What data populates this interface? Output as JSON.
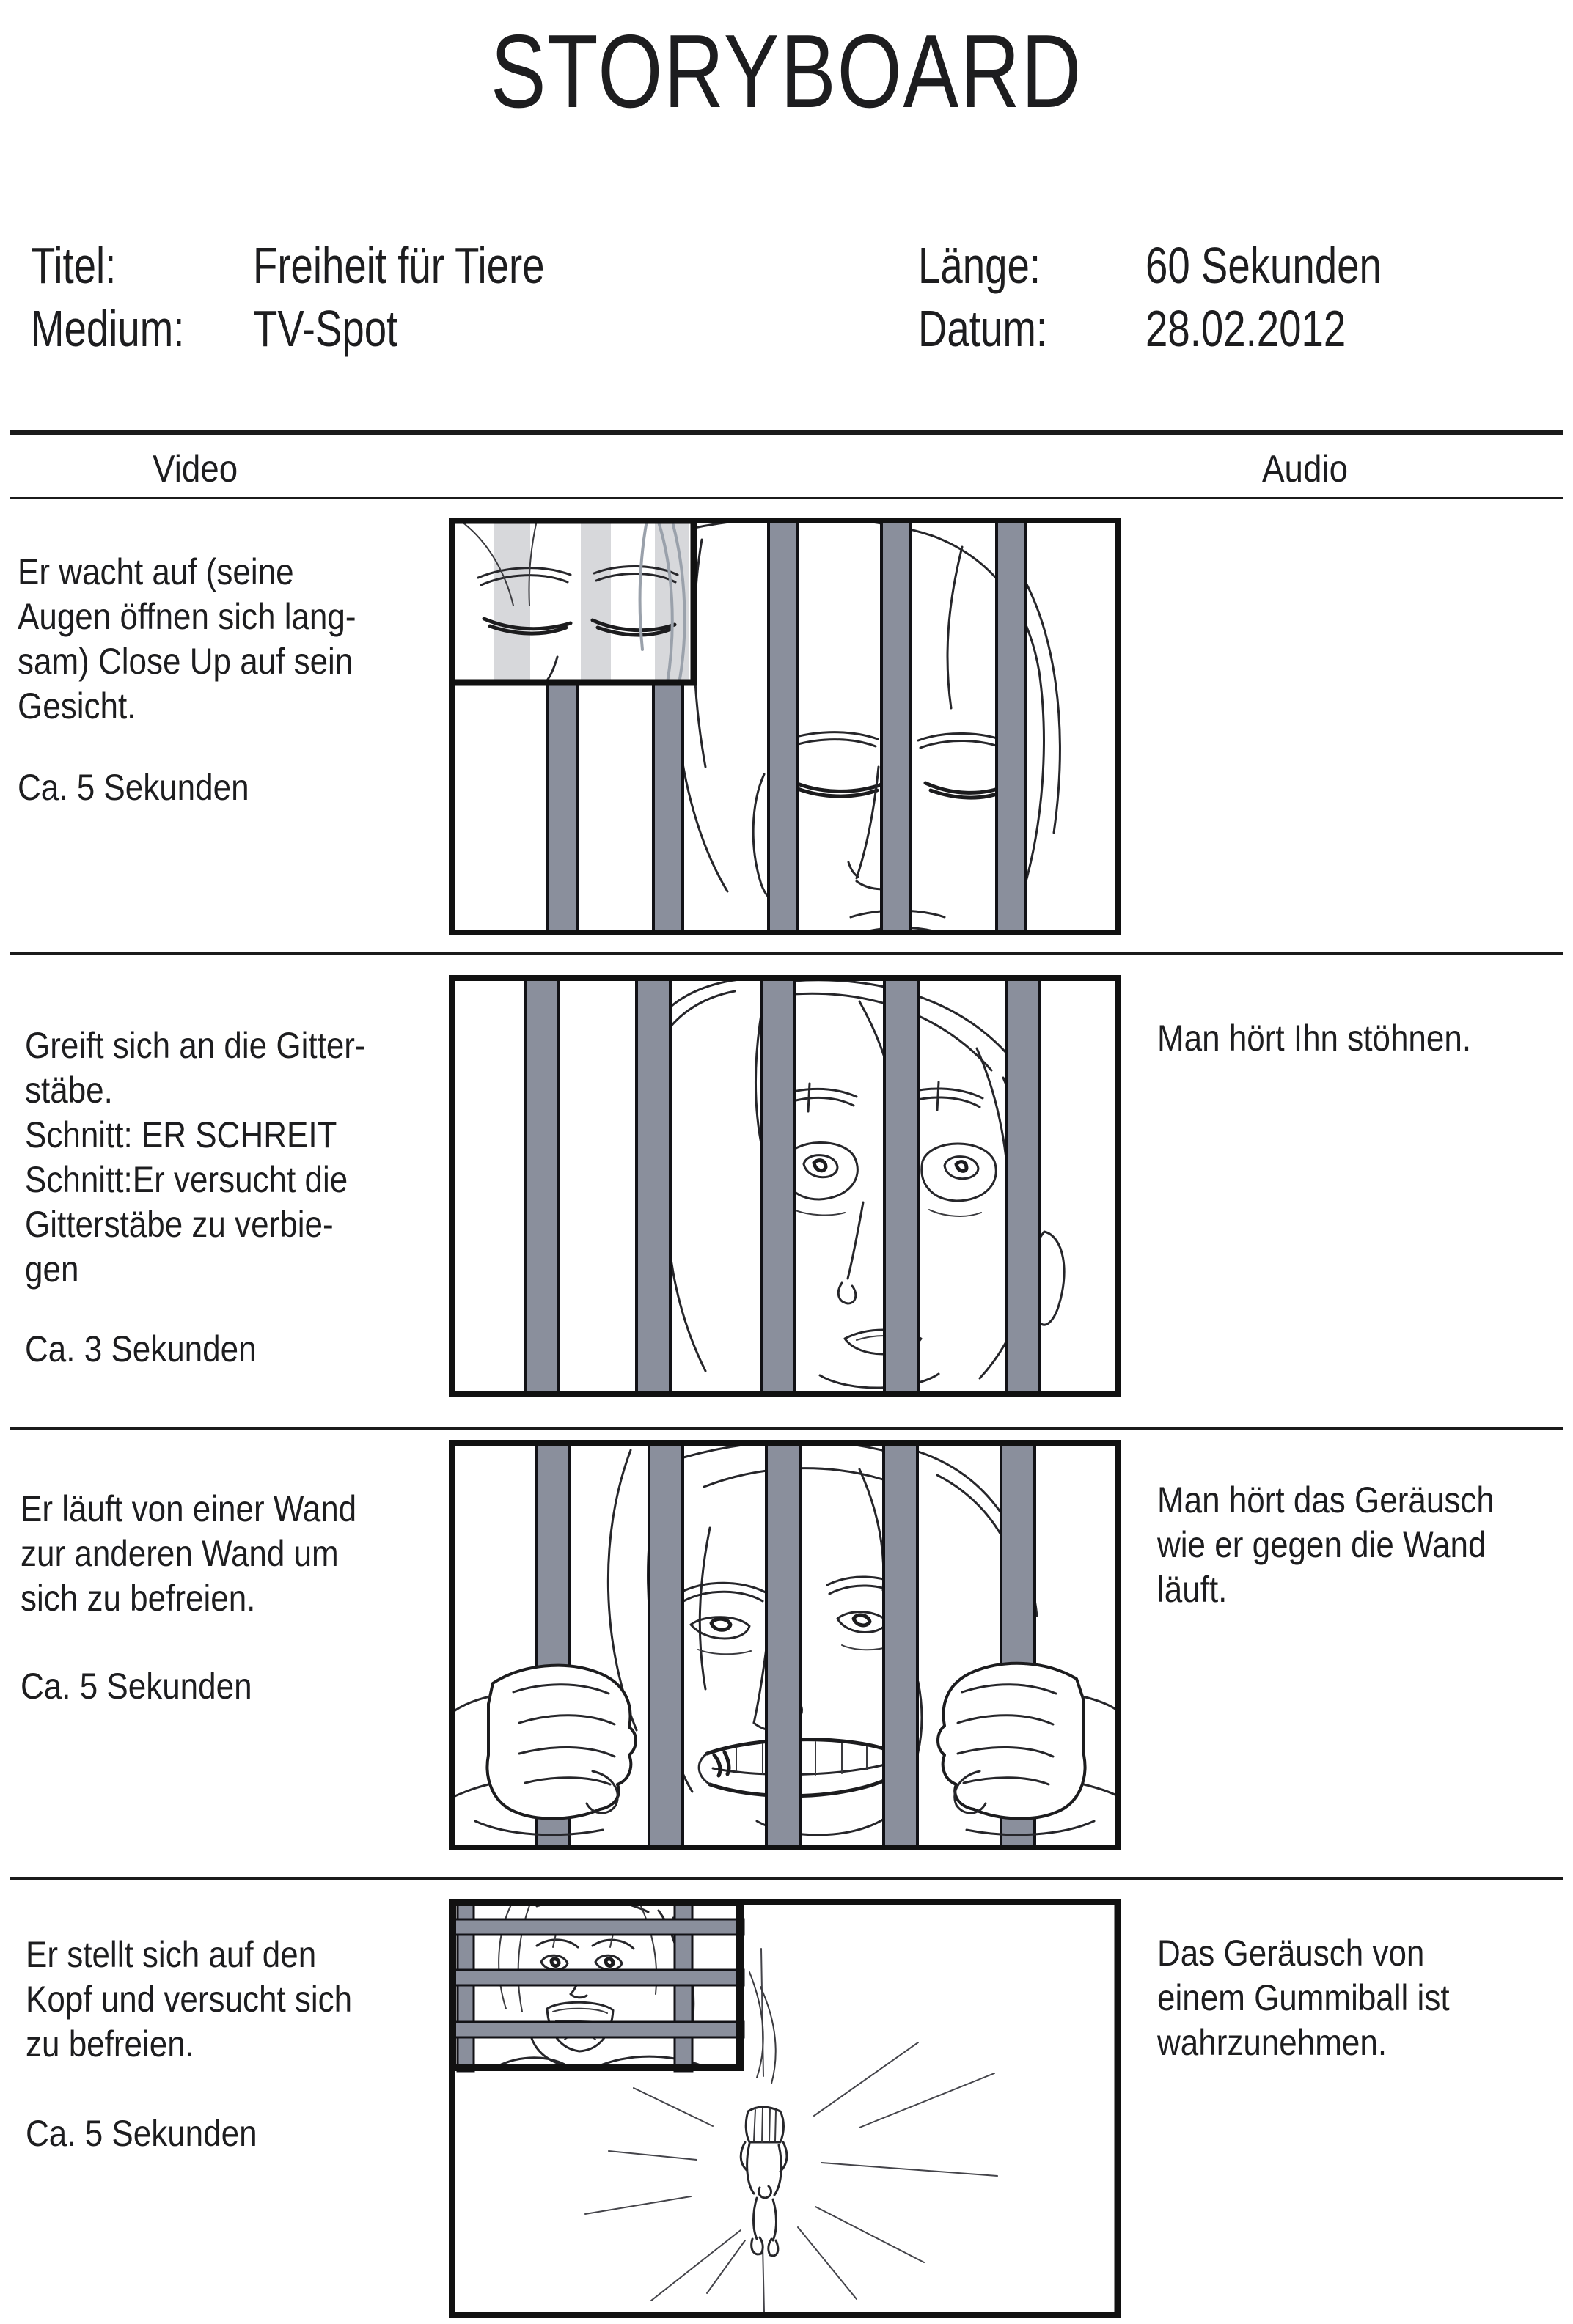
{
  "page_title": "STORYBOARD",
  "meta": {
    "titel_label": "Titel:",
    "titel_value": "Freiheit für Tiere",
    "medium_label": "Medium:",
    "medium_value": "TV-Spot",
    "laenge_label": "Länge:",
    "laenge_value": "60 Sekunden",
    "datum_label": "Datum:",
    "datum_value": "28.02.2012"
  },
  "columns": {
    "video_label": "Video",
    "audio_label": "Audio"
  },
  "scenes": [
    {
      "video_lines": [
        "Er wacht auf (seine",
        "Augen öffnen sich lang-",
        "sam) Close Up auf sein",
        "Gesicht."
      ],
      "duration": "Ca. 5 Sekunden",
      "audio_lines": [],
      "sketch": "sleeping-face-behind-bars-with-closed-eyes-inset"
    },
    {
      "video_lines": [
        "Greift sich an die Gitter-",
        "stäbe.",
        "Schnitt: ER SCHREIT",
        "Schnitt:Er versucht die",
        "Gitterstäbe zu verbie-",
        "gen"
      ],
      "duration": "Ca. 3 Sekunden",
      "audio_lines": [
        "Man hört Ihn stöhnen."
      ],
      "sketch": "shocked-wide-eyed-face-behind-bars"
    },
    {
      "video_lines": [
        "Er läuft von einer Wand",
        "zur anderen Wand um",
        "sich zu befreien."
      ],
      "duration": "Ca. 5 Sekunden",
      "audio_lines": [
        "Man hört das Geräusch",
        "wie er gegen die Wand",
        "läuft."
      ],
      "sketch": "grimacing-face-gripping-bars-with-both-fists"
    },
    {
      "video_lines": [
        "Er stellt sich auf den",
        "Kopf und versucht sich",
        "zu befreien."
      ],
      "duration": "Ca. 5 Sekunden",
      "audio_lines": [
        "Das Geräusch von",
        "einem Gummiball ist",
        "wahrzunehmen."
      ],
      "sketch": "screaming-face-inset-and-tiny-figure-standing-on-head"
    }
  ],
  "colors": {
    "bar_gray": "#8a8f9c",
    "bar_light_gray": "#d7d8db",
    "ink": "#1d1d1f"
  }
}
